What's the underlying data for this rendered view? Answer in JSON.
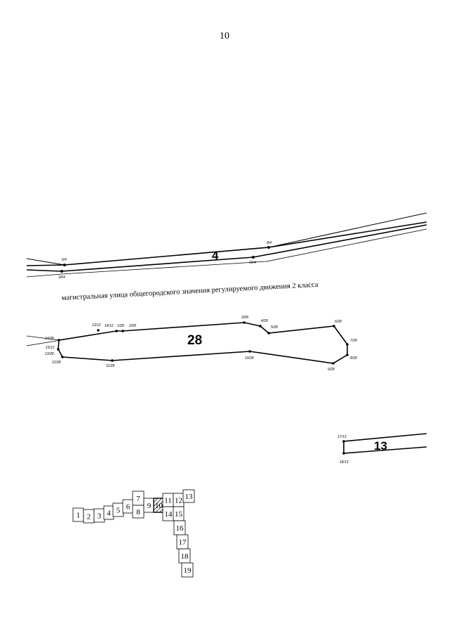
{
  "page": {
    "number": "10"
  },
  "zones": {
    "zone_4": "4",
    "zone_28": "28",
    "zone_13": "13"
  },
  "street": {
    "label": "магистральная улица общегородского значения регулируемого движения 2 класса"
  },
  "points": {
    "p6_4": "6/4",
    "p8_4": "8/4",
    "p10_4": "10/4",
    "p18_4": "18/4",
    "p1_28": "1/28",
    "p2_28": "2/28",
    "p3_28": "3/28",
    "p4_28": "4/28",
    "p5_28": "5/28",
    "p6_28": "6/28",
    "p7_28": "7/28",
    "p8_28": "8/28",
    "p9_28": "9/28",
    "p10_28": "10/28",
    "p11_28": "11/28",
    "p12_28": "12/28",
    "p13_28": "13/28",
    "p14_28": "14/28",
    "p13_12": "13/12",
    "p14_12": "14/12",
    "p15_12": "15/12",
    "p17_13": "17/13",
    "p18_13": "18/13"
  },
  "index_sheets": [
    "1",
    "2",
    "3",
    "4",
    "5",
    "6",
    "7",
    "8",
    "9",
    "10",
    "11",
    "12",
    "13",
    "14",
    "15",
    "16",
    "17",
    "18",
    "19"
  ],
  "current_sheet": "10"
}
